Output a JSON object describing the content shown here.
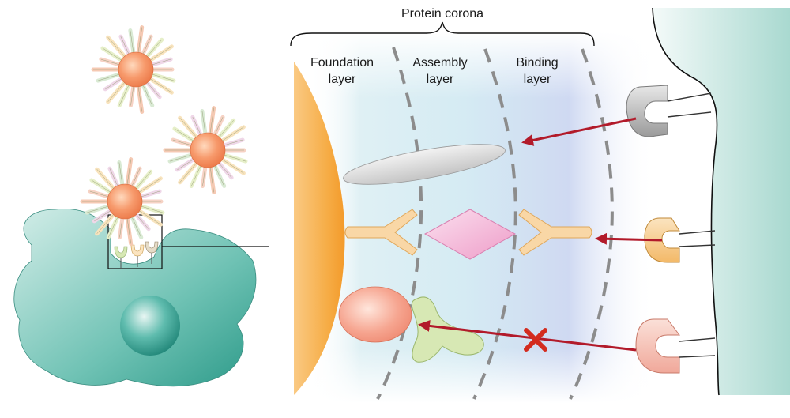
{
  "title": "Protein corona",
  "layers": [
    {
      "line1": "Foundation",
      "line2": "layer"
    },
    {
      "line1": "Assembly",
      "line2": "layer"
    },
    {
      "line1": "Binding",
      "line2": "layer"
    }
  ],
  "colors": {
    "foundation": "#f7b24a",
    "cell": "#3aa596",
    "nucleus": "#2e9a8c",
    "arrow": "#b21a2a",
    "cross": "#d32b1e",
    "ligand": "#f8d6a8",
    "pink_diamond": "#f4b8d8",
    "ellipse_grey": "#d8d8d8",
    "green_protein": "#d7e8b4",
    "salmon_sphere": "#f4a08a",
    "band_left": "#e0f1f4",
    "band_right": "#d7e0f3"
  }
}
